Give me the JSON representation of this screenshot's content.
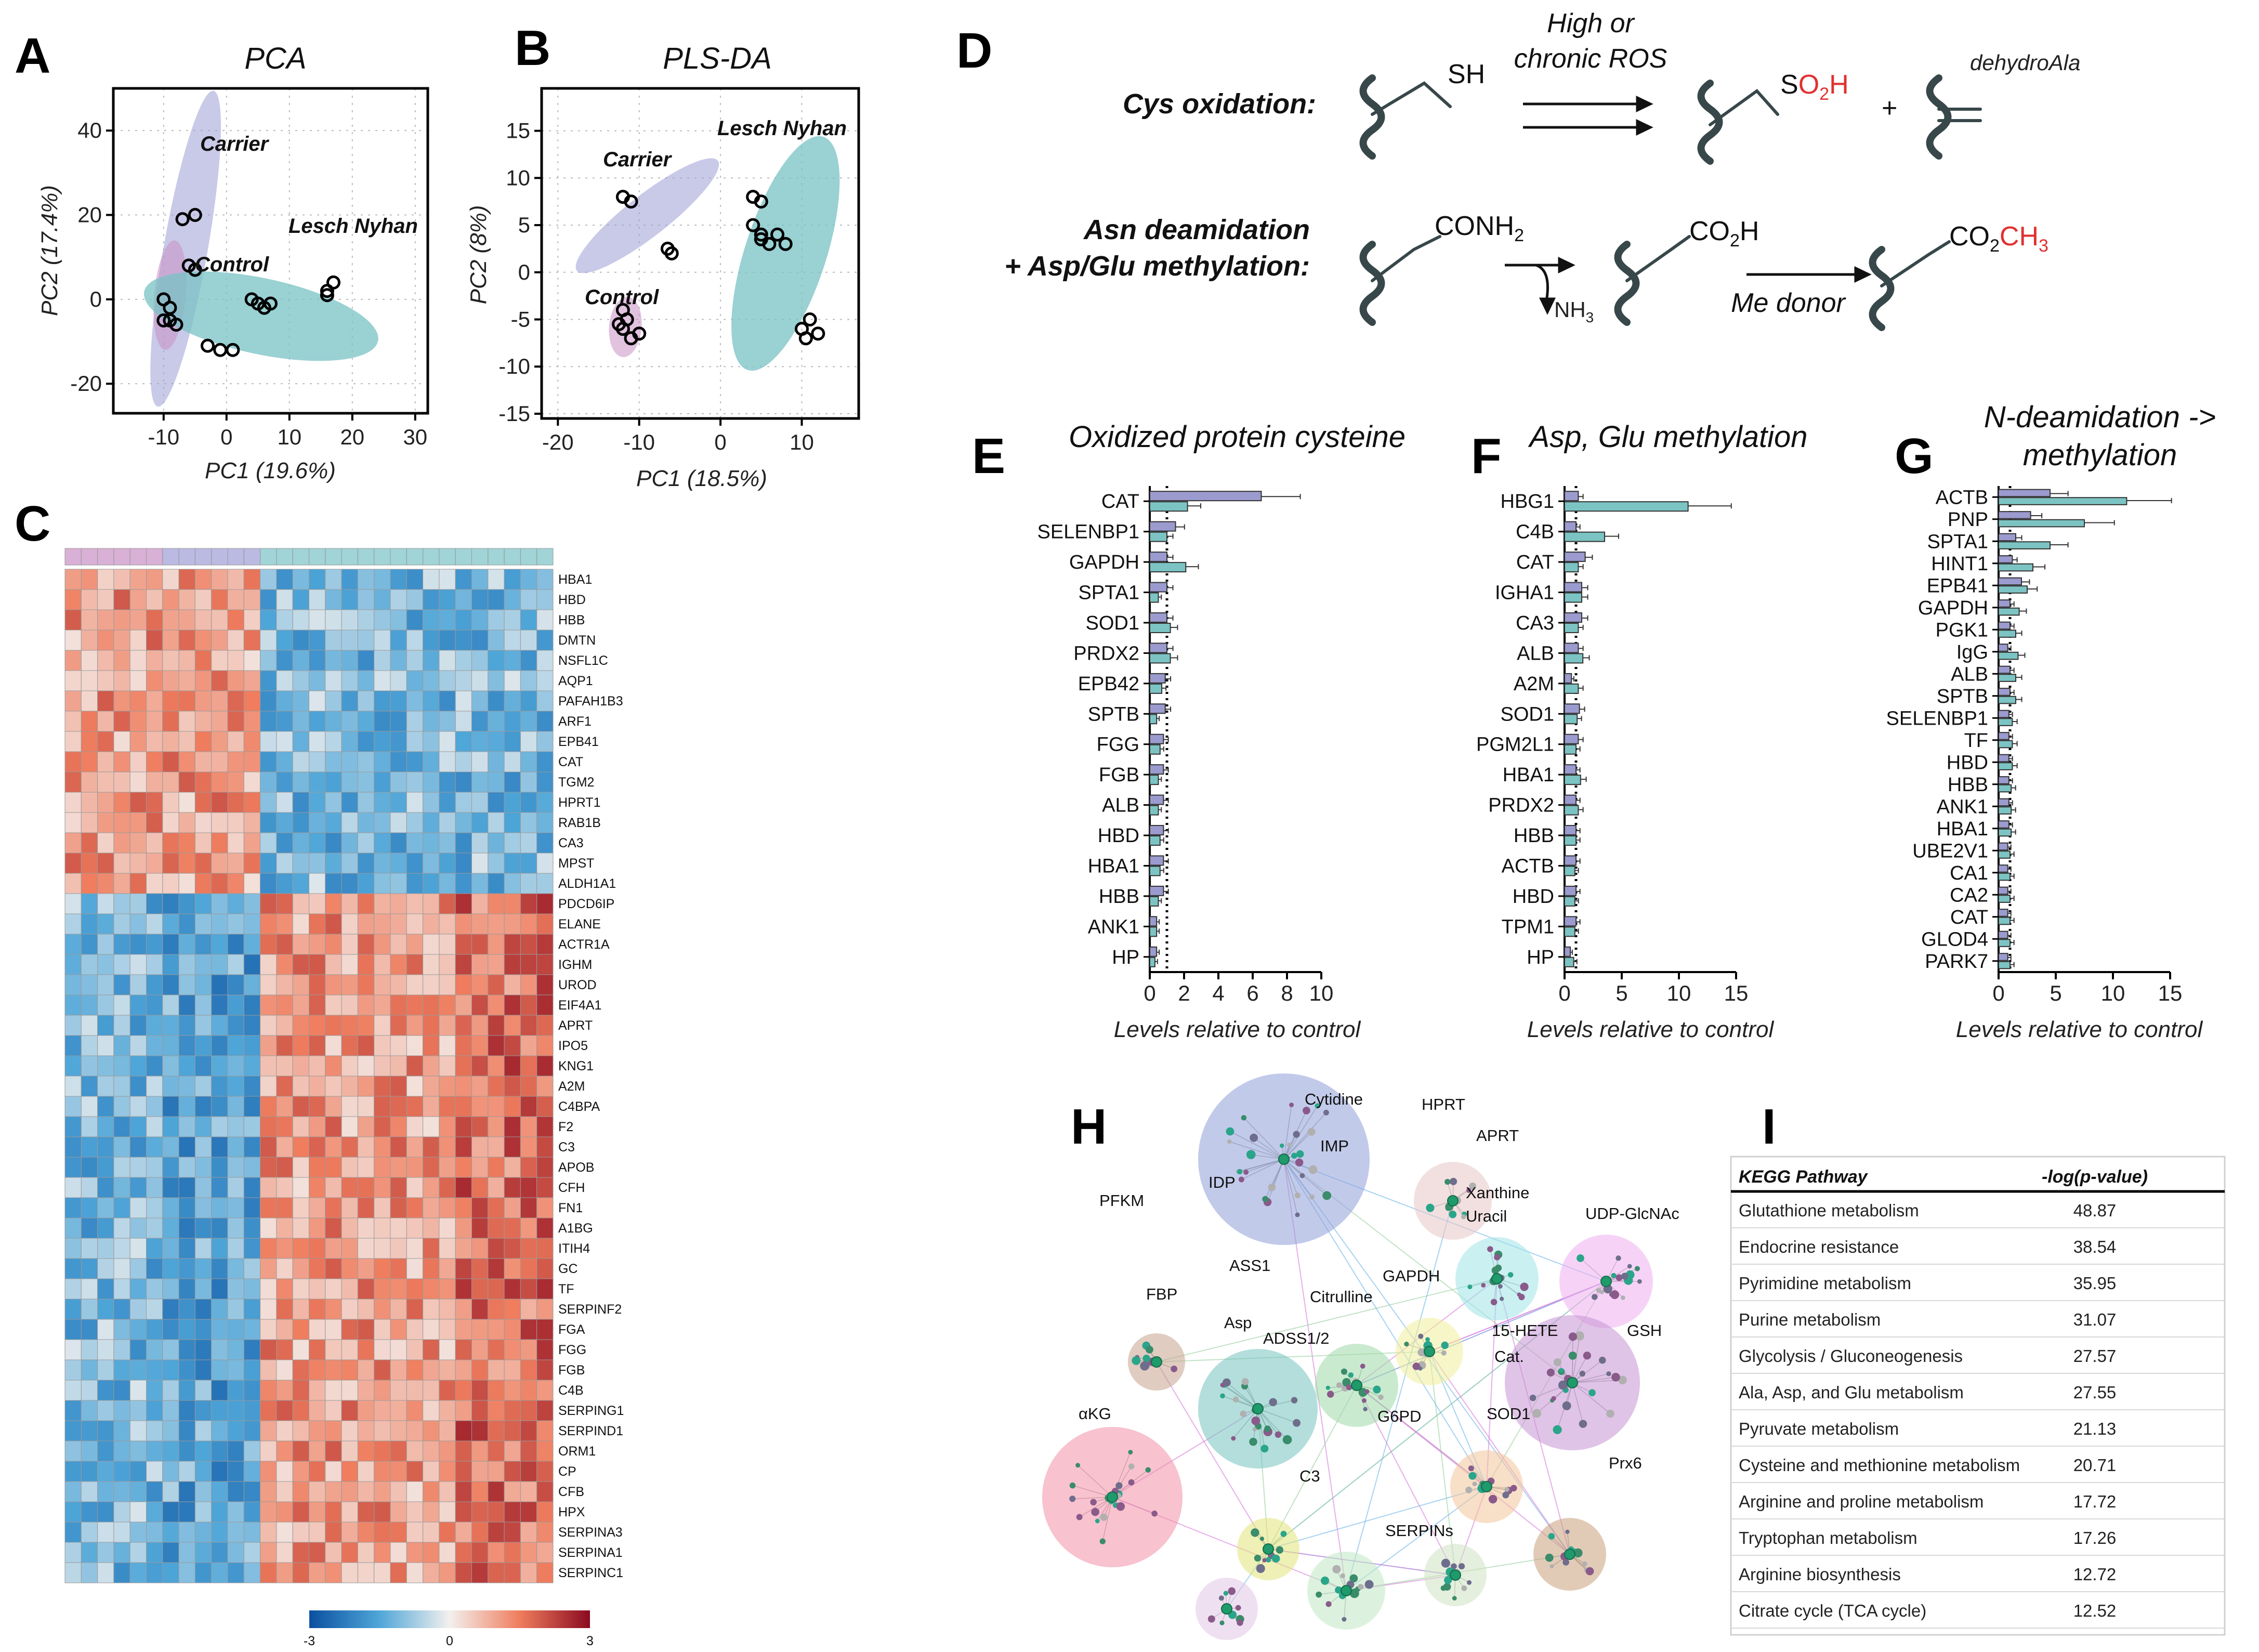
{
  "colors": {
    "carrier": "#9c9cd6",
    "control": "#c98fc4",
    "lesch": "#78c2c4",
    "bar_purple": "#9b9bd0",
    "bar_teal": "#7cc4c4",
    "heat_low": "#0a4fa0",
    "heat_mid": "#f3f0ee",
    "heat_high": "#8b0a1f",
    "red_text": "#e03030"
  },
  "panel_labels": {
    "A": "A",
    "B": "B",
    "C": "C",
    "D": "D",
    "E": "E",
    "F": "F",
    "G": "G",
    "H": "H",
    "I": "I"
  },
  "chart_data": [
    {
      "id": "A",
      "type": "scatter",
      "title": "PCA",
      "xlabel": "PC1 (19.6%)",
      "ylabel": "PC2 (17.4%)",
      "xlim": [
        -18,
        32
      ],
      "ylim": [
        -27,
        50
      ],
      "xticks": [
        -10,
        0,
        10,
        20,
        30
      ],
      "yticks": [
        -20,
        0,
        20,
        40
      ],
      "grid": true,
      "series": [
        {
          "name": "Carrier",
          "points": [
            [
              -7,
              19
            ],
            [
              -5,
              20
            ],
            [
              -6,
              8
            ],
            [
              -5,
              7
            ]
          ]
        },
        {
          "name": "Control",
          "points": [
            [
              -10,
              0
            ],
            [
              -9,
              -2
            ],
            [
              -9,
              -5
            ],
            [
              -8,
              -6
            ],
            [
              -10,
              -5
            ]
          ]
        },
        {
          "name": "Lesch Nyhan",
          "points": [
            [
              -3,
              -11
            ],
            [
              -1,
              -12
            ],
            [
              1,
              -12
            ],
            [
              4,
              0
            ],
            [
              5,
              -1
            ],
            [
              6,
              -2
            ],
            [
              7,
              -1
            ],
            [
              16,
              2
            ],
            [
              17,
              4
            ],
            [
              16,
              1
            ]
          ]
        }
      ]
    },
    {
      "id": "B",
      "type": "scatter",
      "title": "PLS-DA",
      "xlabel": "PC1 (18.5%)",
      "ylabel": "PC2 (8%)",
      "xlim": [
        -22,
        17
      ],
      "ylim": [
        -15.5,
        19.5
      ],
      "xticks": [
        -20,
        -10,
        0,
        10
      ],
      "yticks": [
        -15,
        -10,
        -5,
        0,
        5,
        10,
        15
      ],
      "grid": true,
      "series": [
        {
          "name": "Carrier",
          "points": [
            [
              -12,
              8
            ],
            [
              -11,
              7.5
            ],
            [
              -6,
              2
            ],
            [
              -6.5,
              2.5
            ]
          ]
        },
        {
          "name": "Control",
          "points": [
            [
              -12,
              -4
            ],
            [
              -11.5,
              -5
            ],
            [
              -12,
              -6
            ],
            [
              -11,
              -7
            ],
            [
              -10,
              -6.5
            ],
            [
              -12.5,
              -5.5
            ]
          ]
        },
        {
          "name": "Lesch Nyhan",
          "points": [
            [
              4,
              8
            ],
            [
              5,
              7.5
            ],
            [
              4,
              5
            ],
            [
              5,
              4
            ],
            [
              6,
              3
            ],
            [
              7,
              4
            ],
            [
              8,
              3
            ],
            [
              5,
              3.5
            ],
            [
              11,
              -5
            ],
            [
              10,
              -6
            ],
            [
              12,
              -6.5
            ],
            [
              10.5,
              -7
            ]
          ]
        }
      ]
    },
    {
      "id": "E",
      "type": "bar",
      "title": "Oxidized protein cysteine",
      "xlabel": "Levels relative to control",
      "xlim": [
        0,
        10
      ],
      "xticks": [
        0,
        2,
        4,
        6,
        8,
        10
      ],
      "categories": [
        "CAT",
        "SELENBP1",
        "GAPDH",
        "SPTA1",
        "SOD1",
        "PRDX2",
        "EPB42",
        "SPTB",
        "FGG",
        "FGB",
        "ALB",
        "HBD",
        "HBA1",
        "HBB",
        "ANK1",
        "HP"
      ],
      "series": [
        {
          "values": [
            6.5,
            1.5,
            1.0,
            1.0,
            1.0,
            1.0,
            0.9,
            0.9,
            0.8,
            0.8,
            0.8,
            0.8,
            0.8,
            0.8,
            0.4,
            0.4
          ]
        },
        {
          "values": [
            2.2,
            1.0,
            2.1,
            0.5,
            1.2,
            1.2,
            0.7,
            0.4,
            0.6,
            0.5,
            0.5,
            0.6,
            0.6,
            0.5,
            0.4,
            0.3
          ]
        }
      ]
    },
    {
      "id": "F",
      "type": "bar",
      "title": "Asp, Glu methylation",
      "xlabel": "Levels relative to control",
      "xlim": [
        0,
        15
      ],
      "xticks": [
        0,
        5,
        10,
        15
      ],
      "categories": [
        "HBG1",
        "C4B",
        "CAT",
        "IGHA1",
        "CA3",
        "ALB",
        "A2M",
        "SOD1",
        "PGM2L1",
        "HBA1",
        "PRDX2",
        "HBB",
        "ACTB",
        "HBD",
        "TPM1",
        "HP"
      ],
      "series": [
        {
          "values": [
            1.2,
            1.0,
            1.8,
            1.5,
            1.5,
            1.2,
            0.6,
            1.3,
            1.2,
            1.0,
            1.0,
            1.0,
            1.0,
            1.0,
            1.0,
            0.5
          ]
        },
        {
          "values": [
            10.8,
            3.5,
            1.2,
            1.5,
            1.2,
            1.6,
            1.2,
            1.1,
            1.0,
            1.4,
            1.2,
            1.0,
            0.9,
            0.9,
            0.9,
            0.8
          ]
        }
      ]
    },
    {
      "id": "G",
      "type": "bar",
      "title": "N-deamidation -> methylation",
      "xlabel": "Levels relative to control",
      "xlim": [
        0,
        15
      ],
      "xticks": [
        0,
        5,
        10,
        15
      ],
      "categories": [
        "ACTB",
        "PNP",
        "SPTA1",
        "HINT1",
        "EPB41",
        "GAPDH",
        "PGK1",
        "IgG",
        "ALB",
        "SPTB",
        "SELENBP1",
        "TF",
        "HBD",
        "HBB",
        "ANK1",
        "HBA1",
        "UBE2V1",
        "CA1",
        "CA2",
        "CAT",
        "GLOD4",
        "PARK7"
      ],
      "series": [
        {
          "values": [
            4.5,
            2.8,
            1.5,
            1.2,
            2.0,
            1.0,
            1.0,
            0.8,
            1.0,
            1.0,
            0.9,
            0.9,
            0.9,
            0.9,
            0.9,
            0.9,
            0.8,
            0.8,
            0.8,
            0.8,
            0.8,
            0.8
          ]
        },
        {
          "values": [
            11.2,
            7.5,
            4.5,
            3.0,
            2.5,
            1.8,
            1.5,
            1.7,
            1.5,
            1.5,
            1.2,
            1.2,
            1.2,
            1.1,
            1.1,
            1.1,
            1.0,
            1.0,
            1.0,
            1.0,
            1.0,
            1.0
          ]
        }
      ]
    },
    {
      "id": "C",
      "type": "heatmap",
      "color_scale": {
        "min": -3,
        "mid": 0,
        "max": 3,
        "ticks": [
          "-3",
          "0",
          "3"
        ]
      },
      "column_groups": [
        {
          "name": "Control",
          "count": 6
        },
        {
          "name": "Carrier",
          "count": 6
        },
        {
          "name": "Lesch Nyhan",
          "count": 18
        }
      ],
      "rows": [
        "HBA1",
        "HBD",
        "HBB",
        "DMTN",
        "NSFL1C",
        "AQP1",
        "PAFAH1B3",
        "ARF1",
        "EPB41",
        "CAT",
        "TGM2",
        "HPRT1",
        "RAB1B",
        "CA3",
        "MPST",
        "ALDH1A1",
        "PDCD6IP",
        "ELANE",
        "ACTR1A",
        "IGHM",
        "UROD",
        "EIF4A1",
        "APRT",
        "IPO5",
        "KNG1",
        "A2M",
        "C4BPA",
        "F2",
        "C3",
        "APOB",
        "CFH",
        "FN1",
        "A1BG",
        "ITIH4",
        "GC",
        "TF",
        "SERPINF2",
        "FGA",
        "FGG",
        "FGB",
        "C4B",
        "SERPING1",
        "SERPIND1",
        "ORM1",
        "CP",
        "CFB",
        "HPX",
        "SERPINA3",
        "SERPINA1",
        "SERPINC1"
      ],
      "row_profile": [
        1,
        1,
        1,
        1,
        1,
        1,
        1,
        1,
        1,
        1,
        1,
        1,
        1,
        1,
        1,
        1,
        -1,
        -1,
        -1,
        -1,
        -1,
        -1,
        -1,
        -1,
        -1,
        -1,
        -1,
        -1,
        -1,
        -1,
        -1,
        -1,
        -1,
        -1,
        -1,
        -1,
        -1,
        -1,
        -1,
        -1,
        -1,
        -1,
        -1,
        -1,
        -1,
        -1,
        -1,
        -1,
        -1,
        -1
      ]
    }
  ],
  "panel_D": {
    "cys_label": "Cys oxidation:",
    "cys_arrow": "High or chronic ROS",
    "cys_arrow_line1": "High or",
    "cys_arrow_line2": "chronic ROS",
    "sh": "SH",
    "so2h_s": "S",
    "so2h_o2": "O",
    "so2h_sub": "2",
    "so2h_h": "H",
    "plus": "+",
    "dehydro": "dehydroAla",
    "asn_label1": "Asn deamidation",
    "asn_label2": "+ Asp/Glu methylation:",
    "conh2": "CONH",
    "conh2_sub": "2",
    "nh3": "NH",
    "nh3_sub": "3",
    "co2h": "CO",
    "co2h_sub": "2",
    "co2h_h": "H",
    "co2ch3_a": "CO",
    "co2ch3_sub": "2",
    "co2ch3_b": "CH",
    "co2ch3_sub2": "3",
    "me_donor": "Me donor"
  },
  "panel_H": {
    "labels": [
      "Cytidine",
      "IMP",
      "IDP",
      "HPRT",
      "APRT",
      "Xanthine",
      "Uracil",
      "PFKM",
      "FBP",
      "ASS1",
      "Citrulline",
      "UDP-GlcNAc",
      "GAPDH",
      "15-HETE",
      "GSH",
      "Cat.",
      "Asp",
      "ADSS1/2",
      "G6PD",
      "SOD1",
      "αKG",
      "C3",
      "Prx6",
      "SERPINs"
    ]
  },
  "panel_I": {
    "header": {
      "pathway": "KEGG Pathway",
      "value": "-log(p-value)"
    },
    "rows": [
      {
        "pathway": "Glutathione metabolism",
        "value": "48.87"
      },
      {
        "pathway": "Endocrine resistance",
        "value": "38.54"
      },
      {
        "pathway": "Pyrimidine metabolism",
        "value": "35.95"
      },
      {
        "pathway": "Purine metabolism",
        "value": "31.07"
      },
      {
        "pathway": "Glycolysis / Gluconeogenesis",
        "value": "27.57"
      },
      {
        "pathway": "Ala, Asp, and Glu metabolism",
        "value": "27.55"
      },
      {
        "pathway": "Pyruvate metabolism",
        "value": "21.13"
      },
      {
        "pathway": "Cysteine and methionine metabolism",
        "value": "20.71"
      },
      {
        "pathway": "Arginine and proline metabolism",
        "value": "17.72"
      },
      {
        "pathway": "Tryptophan metabolism",
        "value": "17.26"
      },
      {
        "pathway": "Arginine biosynthesis",
        "value": "12.72"
      },
      {
        "pathway": "Citrate cycle (TCA cycle)",
        "value": "12.52"
      }
    ]
  }
}
